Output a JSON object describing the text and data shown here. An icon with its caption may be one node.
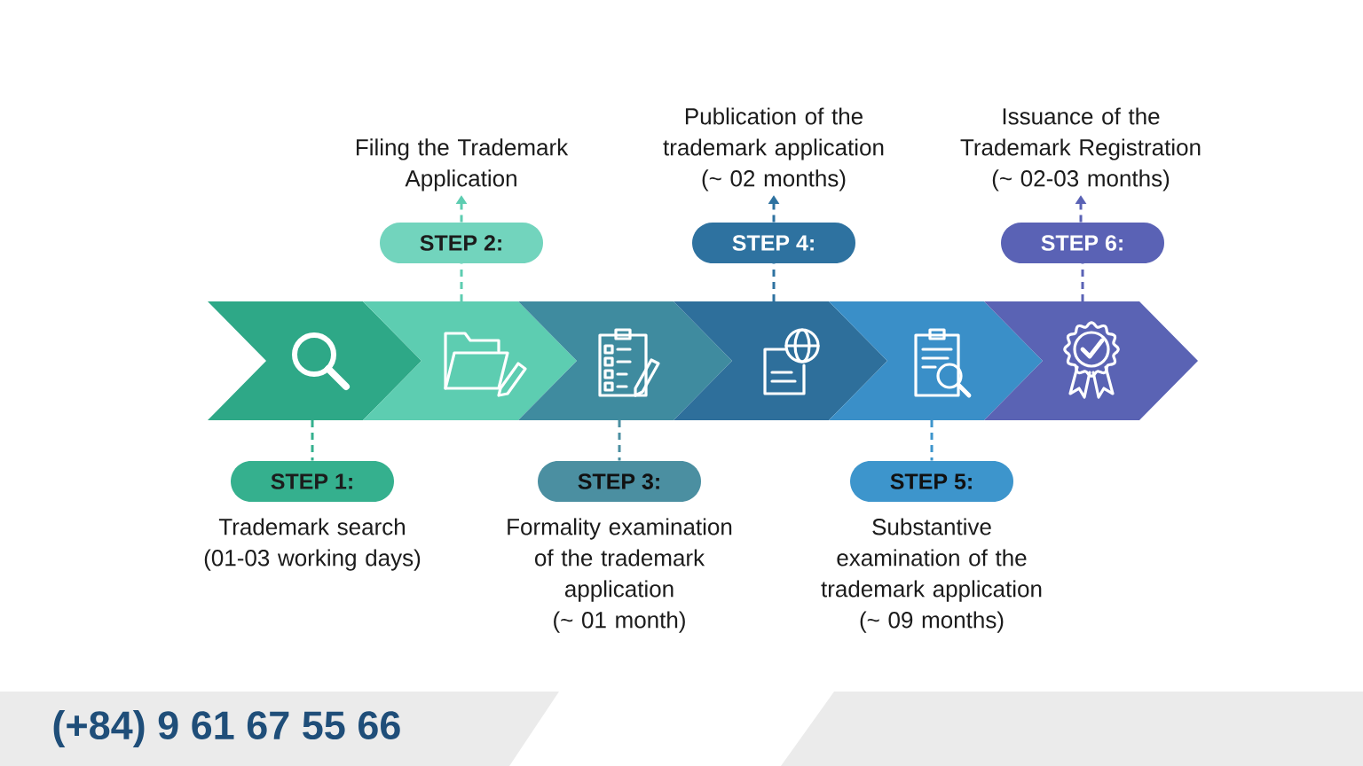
{
  "diagram": {
    "nodes": [
      {
        "text": [],
        "shape": "chevron"
      },
      {
        "text": [],
        "shape": "chevron"
      },
      {
        "text": [],
        "shape": "chevron"
      },
      {
        "text": [],
        "shape": "chevron"
      },
      {
        "text": [],
        "shape": "chevron"
      },
      {
        "text": [],
        "shape": "chevron"
      },
      {
        "text": [
          "STEP 1:"
        ],
        "beside": [
          "Trademark search",
          "(01-03 working days)"
        ]
      },
      {
        "text": [
          "STEP 2:"
        ]
      },
      {
        "text": [
          "Filing the Trademark Application"
        ]
      },
      {
        "text": [
          "STEP 3:"
        ],
        "beside": [
          "Formality examination of the trademark application",
          "(~ 01 month)"
        ]
      },
      {
        "text": [
          "STEP 4:"
        ]
      },
      {
        "text": [
          "Publication of the trademark application",
          "(~ 02 months)"
        ]
      },
      {
        "text": [
          "STEP 5:"
        ],
        "beside": [
          "Substantive examination of the trademark application",
          "(~ 09 months)"
        ]
      },
      {
        "text": [
          "STEP 6:"
        ]
      },
      {
        "text": [
          "Issuance of the Trademark Registration",
          "(~ 02-03 months)"
        ]
      }
    ],
    "edges": [
      {
        "from": 0,
        "to": 6,
        "arrow": "none",
        "style": "dashed",
        "color": "#35b08e"
      },
      {
        "from": 1,
        "to": 7,
        "arrow": "none",
        "style": "dashed",
        "color": "#5dcdb1"
      },
      {
        "from": 7,
        "to": 8,
        "arrow": "to",
        "style": "dashed",
        "color": "#5dcdb1"
      },
      {
        "from": 2,
        "to": 9,
        "arrow": "none",
        "style": "dashed",
        "color": "#4b8fa1"
      },
      {
        "from": 3,
        "to": 10,
        "arrow": "none",
        "style": "dashed",
        "color": "#2e72a0"
      },
      {
        "from": 10,
        "to": 11,
        "arrow": "to",
        "style": "dashed",
        "color": "#2e72a0"
      },
      {
        "from": 4,
        "to": 12,
        "arrow": "none",
        "style": "dashed",
        "color": "#3d95cc"
      },
      {
        "from": 5,
        "to": 13,
        "arrow": "none",
        "style": "dashed",
        "color": "#5a62b5"
      },
      {
        "from": 13,
        "to": 14,
        "arrow": "to",
        "style": "dashed",
        "color": "#5a62b5"
      }
    ],
    "labels": [
      "(+84) 9 61 67 55 66"
    ]
  }
}
